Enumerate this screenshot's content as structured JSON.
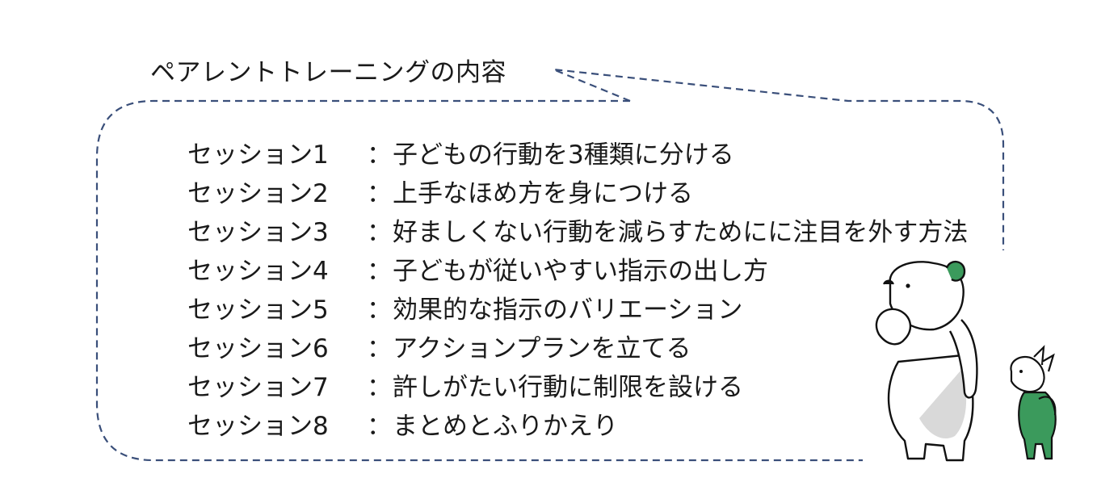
{
  "title": "ペアレントトレーニングの内容",
  "separator": "：",
  "sessions": [
    {
      "name": "セッション1",
      "content": "子どもの行動を3種類に分ける"
    },
    {
      "name": "セッション2",
      "content": "上手なほめ方を身につける"
    },
    {
      "name": "セッション3",
      "content": "好ましくない行動を減らすためにに注目を外す方法"
    },
    {
      "name": "セッション4",
      "content": "子どもが従いやすい指示の出し方"
    },
    {
      "name": "セッション5",
      "content": "効果的な指示のバリエーション"
    },
    {
      "name": "セッション6",
      "content": "アクションプランを立てる"
    },
    {
      "name": "セッション7",
      "content": "許しがたい行動に制限を設ける"
    },
    {
      "name": "セッション8",
      "content": "まとめとふりかえり"
    }
  ],
  "colors": {
    "border": "#3a4f7a",
    "text": "#1a1a1a",
    "accent": "#3b9a5c",
    "shadow": "#d9d9d9"
  },
  "icons": {
    "bubble": "dashed-speech-bubble",
    "illustration": "bear-and-piglet-illustration"
  }
}
